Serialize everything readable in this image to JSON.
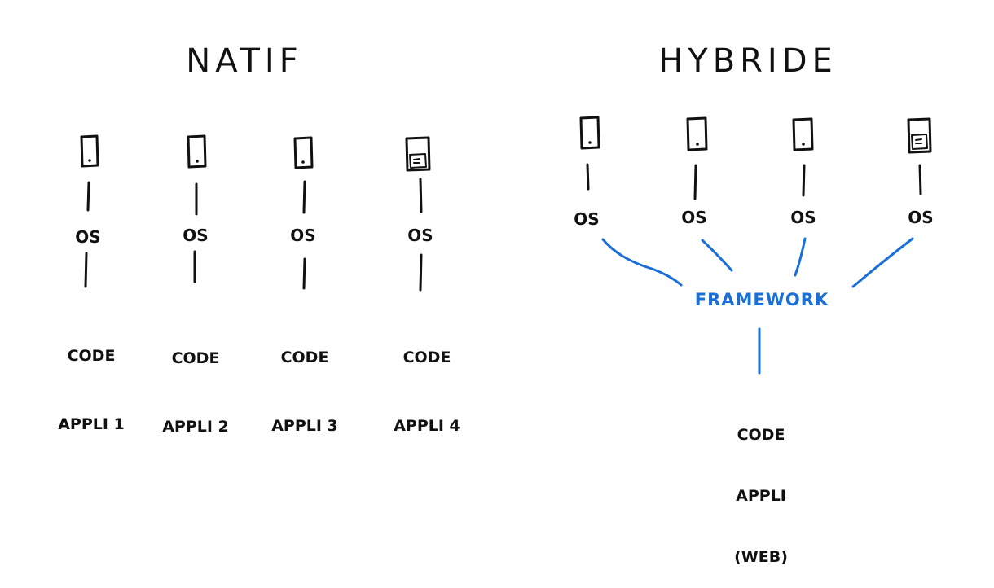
{
  "native": {
    "title": "NATIF",
    "os_label": "OS",
    "items": [
      {
        "code_line1": "CODE",
        "code_line2": "APPLI 1"
      },
      {
        "code_line1": "CODE",
        "code_line2": "APPLI 2"
      },
      {
        "code_line1": "CODE",
        "code_line2": "APPLI 3"
      },
      {
        "code_line1": "CODE",
        "code_line2": "APPLI 4"
      }
    ]
  },
  "hybrid": {
    "title": "HYBRIDE",
    "os_label": "OS",
    "framework_label": "FRAMEWORK",
    "code_line1": "CODE",
    "code_line2": "APPLI",
    "code_line3": "(WEB)"
  },
  "colors": {
    "ink": "#111111",
    "framework_blue": "#1a6fd6"
  },
  "icons": [
    "phone-icon",
    "tablet-icon"
  ]
}
